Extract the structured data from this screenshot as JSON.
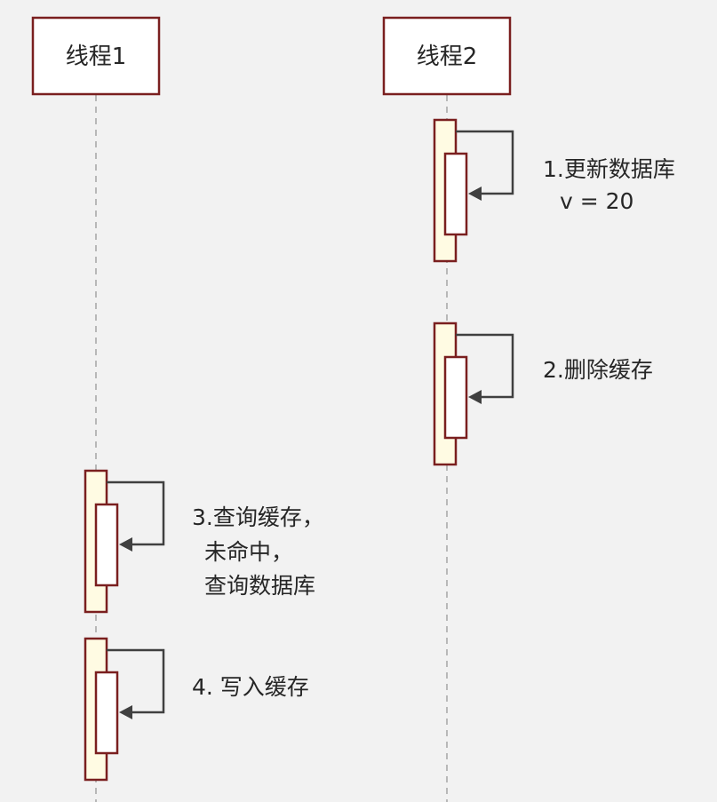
{
  "actors": [
    {
      "id": "thread-1",
      "label": "线程1"
    },
    {
      "id": "thread-2",
      "label": "线程2"
    }
  ],
  "steps": [
    {
      "actor": "thread-2",
      "lines": [
        "1.更新数据库",
        "v = 20"
      ]
    },
    {
      "actor": "thread-2",
      "lines": [
        "2.删除缓存"
      ]
    },
    {
      "actor": "thread-1",
      "lines": [
        "3.查询缓存，",
        "未命中，",
        "查询数据库"
      ]
    },
    {
      "actor": "thread-1",
      "lines": [
        "4. 写入缓存"
      ]
    }
  ],
  "colors": {
    "background": "#f2f2f2",
    "box_border": "#7a1f1f",
    "activation_fill": "#fffbe3",
    "arrow": "#404040",
    "lifeline": "#b8b8b8"
  }
}
